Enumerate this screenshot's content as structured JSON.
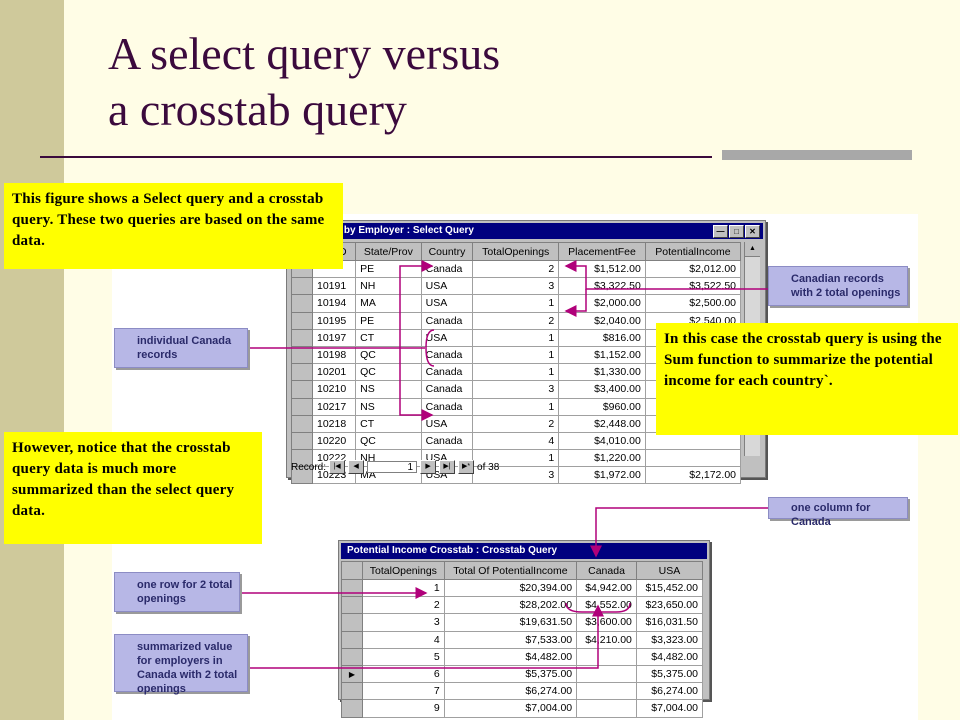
{
  "slide": {
    "title_line1": "A select query versus",
    "title_line2": "a crosstab query"
  },
  "notes": {
    "top_left": "This figure shows a Select query and a crosstab query. These two queries are based on the same data.",
    "bottom_left": "However, notice that the crosstab query data is much more summarized than the select query data.",
    "right": "In this case the crosstab query is using the Sum function to summarize the potential income for each country`."
  },
  "callouts": {
    "canadian_records": "Canadian records with 2 total openings",
    "individual_canada": "individual Canada records",
    "one_column": "one column for Canada",
    "one_row": "one row for 2 total openings",
    "summarized_value": "summarized value for employers in Canada with 2 total openings"
  },
  "select_query": {
    "title": "al Income by Employer : Select Query",
    "columns": [
      "yerID",
      "State/Prov",
      "Country",
      "TotalOpenings",
      "PlacementFee",
      "PotentialIncome"
    ],
    "rows": [
      [
        "",
        "PE",
        "Canada",
        "2",
        "$1,512.00",
        "$2,012.00"
      ],
      [
        "10191",
        "NH",
        "USA",
        "3",
        "$3,322.50",
        "$3,522.50"
      ],
      [
        "10194",
        "MA",
        "USA",
        "1",
        "$2,000.00",
        "$2,500.00"
      ],
      [
        "10195",
        "PE",
        "Canada",
        "2",
        "$2,040.00",
        "$2,540.00"
      ],
      [
        "10197",
        "CT",
        "USA",
        "1",
        "$816.00",
        ""
      ],
      [
        "10198",
        "QC",
        "Canada",
        "1",
        "$1,152.00",
        ""
      ],
      [
        "10201",
        "QC",
        "Canada",
        "1",
        "$1,330.00",
        ""
      ],
      [
        "10210",
        "NS",
        "Canada",
        "3",
        "$3,400.00",
        ""
      ],
      [
        "10217",
        "NS",
        "Canada",
        "1",
        "$960.00",
        ""
      ],
      [
        "10218",
        "CT",
        "USA",
        "2",
        "$2,448.00",
        ""
      ],
      [
        "10220",
        "QC",
        "Canada",
        "4",
        "$4,010.00",
        ""
      ],
      [
        "10222",
        "NH",
        "USA",
        "1",
        "$1,220.00",
        ""
      ],
      [
        "10223",
        "MA",
        "USA",
        "3",
        "$1,972.00",
        "$2,172.00"
      ]
    ],
    "record_label": "Record:",
    "record_value": "1",
    "record_total": "of 38"
  },
  "crosstab_query": {
    "title": "Potential Income Crosstab : Crosstab Query",
    "columns": [
      "TotalOpenings",
      "Total Of PotentialIncome",
      "Canada",
      "USA"
    ],
    "rows": [
      [
        "1",
        "$20,394.00",
        "$4,942.00",
        "$15,452.00"
      ],
      [
        "2",
        "$28,202.00",
        "$4,552.00",
        "$23,650.00"
      ],
      [
        "3",
        "$19,631.50",
        "$3,600.00",
        "$16,031.50"
      ],
      [
        "4",
        "$7,533.00",
        "$4,210.00",
        "$3,323.00"
      ],
      [
        "5",
        "$4,482.00",
        "",
        "$4,482.00"
      ],
      [
        "6",
        "$5,375.00",
        "",
        "$5,375.00"
      ],
      [
        "7",
        "$6,274.00",
        "",
        "$6,274.00"
      ],
      [
        "9",
        "$7,004.00",
        "",
        "$7,004.00"
      ]
    ],
    "current_row_index": 5
  },
  "colors": {
    "accent": "#b0007a",
    "title": "#3b0a3d",
    "note_bg": "#ffff00",
    "callout_bg": "#b7b7e6"
  }
}
